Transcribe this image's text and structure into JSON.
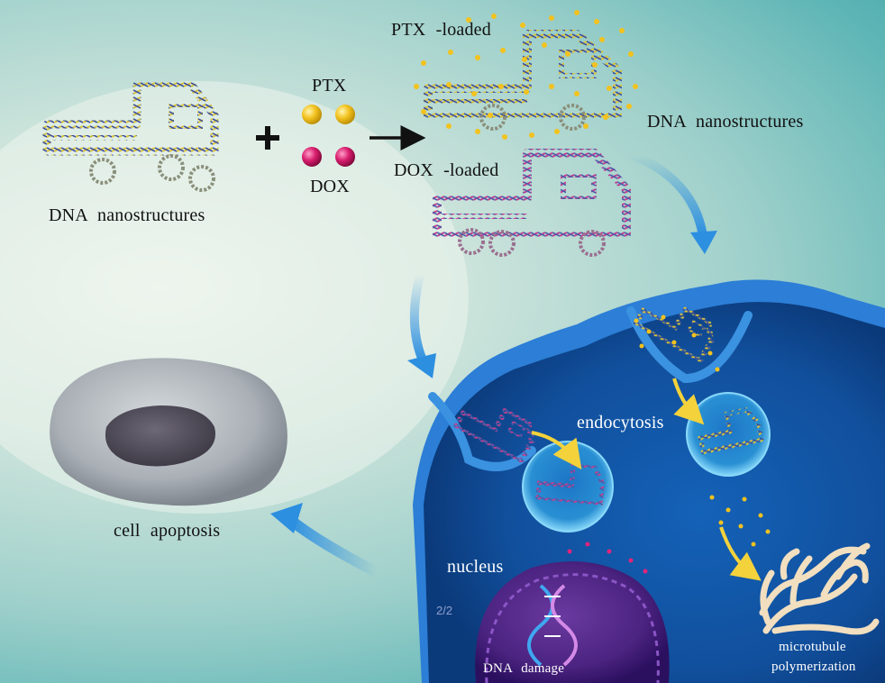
{
  "labels": {
    "top_left_nanostructures": "DNA  nanostructures",
    "plus_sign": "+",
    "ptx": "PTX",
    "dox": "DOX",
    "ptx_loaded": "PTX -loaded",
    "dox_loaded": "DOX -loaded",
    "right_nanostructures": "DNA  nanostructures",
    "endocytosis": "endocytosis",
    "nucleus": "nucleus",
    "cell_apoptosis": "cell  apoptosis",
    "dna_damage": "DNA damage",
    "microtubule_line1": "microtubule",
    "microtubule_line2": "polymerization",
    "page_indicator": "2/2"
  },
  "colors": {
    "dna_yellow": "#d8c23a",
    "dna_blue": "#3e4f9a",
    "dna_magenta": "#b83a86",
    "ptx_drug": "#f2c21e",
    "dox_drug": "#d81d6e",
    "cell_blue": "#1e5fb4",
    "arrow_blue": "#2c8fe0",
    "arrow_yellow": "#f3d23b",
    "nucleus_purple": "#5a2f8a",
    "apoptotic_cell_gray": "#a7adb4"
  }
}
